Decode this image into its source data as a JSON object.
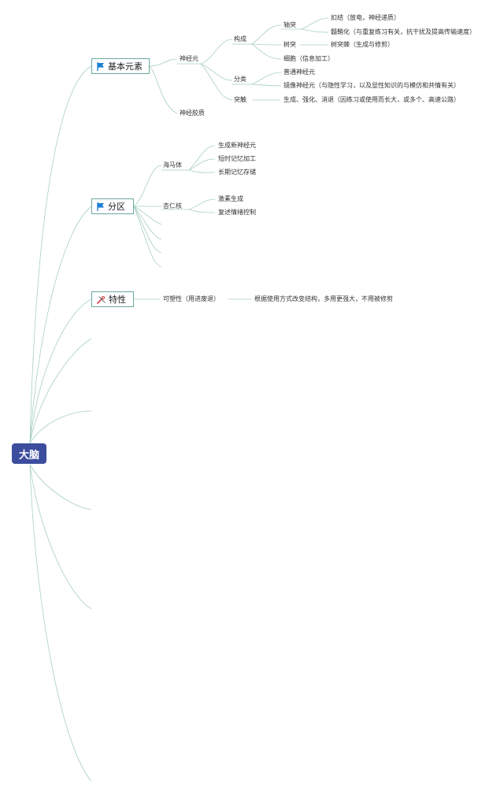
{
  "root": {
    "label": "大脑"
  },
  "topics": {
    "basic_elements": {
      "label": "基本元素",
      "icon": "blue-flag-icon",
      "neuron": {
        "label": "神经元",
        "composition": {
          "label": "构成",
          "axon": {
            "label": "轴突",
            "items": [
              "扣结（放电，神经递质）",
              "髓鞘化（与重复练习有关，抗干扰及提高传输速度）"
            ]
          },
          "dendrite": {
            "label": "树突",
            "items": [
              "树突棘（生成与修剪）"
            ]
          },
          "cell_body": "细胞（信息加工）"
        },
        "classification": {
          "label": "分类",
          "items": [
            "普通神经元",
            "镜像神经元（与隐性学习，以及显性知识的与模仿和共情有关）"
          ]
        },
        "synapse": {
          "label": "突触",
          "detail": "生成、强化、消退（因练习或使用而长大，或多个、高速公路）"
        }
      },
      "glia": "神经胶质"
    },
    "regions": {
      "label": "分区",
      "icon": "blue-flag-icon",
      "hippocampus": {
        "label": "海马体",
        "items": [
          "生成新神经元",
          "短时记忆加工",
          "长期记忆存储"
        ]
      },
      "amygdala": {
        "label": "杏仁核",
        "items": [
          "激素生成",
          "复述情绪控制"
        ]
      }
    },
    "traits": {
      "label": "特性",
      "icon": "tools-icon",
      "plasticity": {
        "label": "可塑性（用进废退）",
        "detail": "根据使用方式改变结构，多用更强大，不用被修剪"
      }
    }
  },
  "colors": {
    "line": "#a9cfc5",
    "topic_border": "#6aa8a0",
    "root_bg": "#3c4d9e",
    "flag": "#1c7fd6",
    "tools": "#d43a3a"
  }
}
